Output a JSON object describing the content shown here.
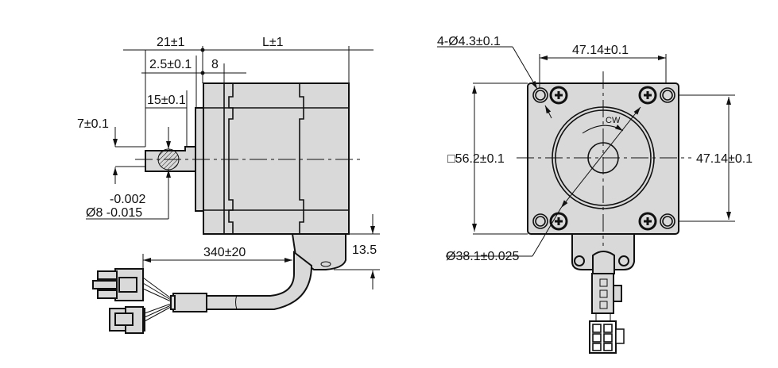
{
  "side_view": {
    "dim_shaft_length_total": "21±1",
    "dim_body_length": "L±1",
    "dim_flange_thickness": "2.5±0.1",
    "dim_offset": "8",
    "dim_flat_length": "15±0.1",
    "dim_flat_depth": "7±0.1",
    "dim_shaft_tol_upper": "-0.002",
    "dim_shaft_diameter": "Ø8 -0.015",
    "dim_cable_length": "340±20",
    "dim_connector_height": "13.5"
  },
  "front_view": {
    "dim_mount_holes": "4-Ø4.3±0.1",
    "dim_hole_spacing_horizontal": "47.14±0.1",
    "dim_square_size": "□56.2±0.1",
    "dim_hole_spacing_vertical": "47.14±0.1",
    "dim_pilot_diameter": "Ø38.1±0.025",
    "rotation_label": "CW"
  },
  "colors": {
    "body": "#d9d9d9",
    "line": "#111111"
  }
}
